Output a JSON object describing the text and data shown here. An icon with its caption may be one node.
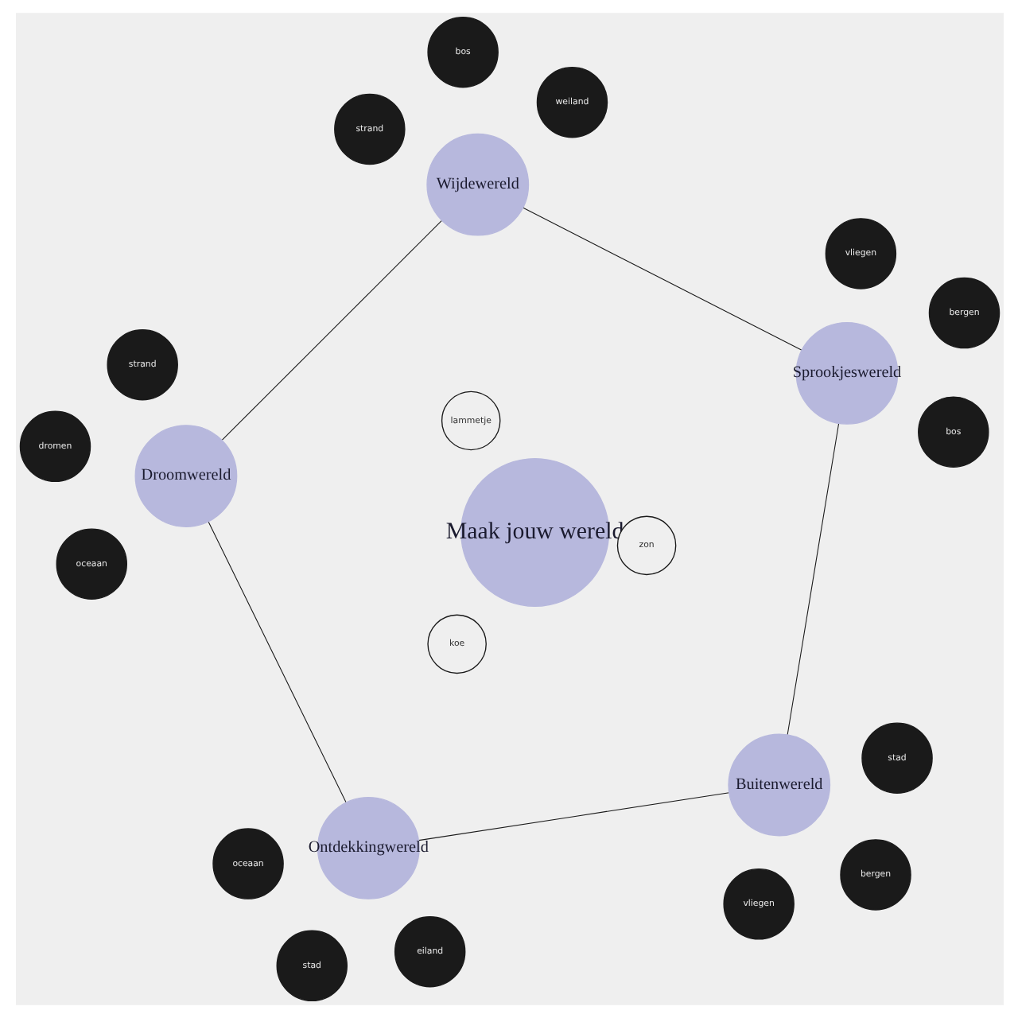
{
  "diagram": {
    "nodes": [
      {
        "text": [
          "Maak jouw wereld"
        ]
      },
      {
        "text": [
          "zon"
        ]
      },
      {
        "text": [
          "koe"
        ]
      },
      {
        "text": [
          "lammetje"
        ]
      },
      {
        "text": [
          "Buitenwereld"
        ]
      },
      {
        "text": [
          "stad"
        ]
      },
      {
        "text": [
          "vliegen"
        ]
      },
      {
        "text": [
          "bergen"
        ]
      },
      {
        "text": [
          "Ontdekkingwereld"
        ]
      },
      {
        "text": [
          "eiland"
        ]
      },
      {
        "text": [
          "stad"
        ]
      },
      {
        "text": [
          "oceaan"
        ]
      },
      {
        "text": [
          "Sprookjeswereld"
        ]
      },
      {
        "text": [
          "bergen"
        ]
      },
      {
        "text": [
          "vliegen"
        ]
      },
      {
        "text": [
          "bos"
        ]
      },
      {
        "text": [
          "Wijdewereld"
        ]
      },
      {
        "text": [
          "bos"
        ]
      },
      {
        "text": [
          "strand"
        ]
      },
      {
        "text": [
          "weiland"
        ]
      },
      {
        "text": [
          "Droomwereld"
        ]
      },
      {
        "text": [
          "oceaan"
        ]
      },
      {
        "text": [
          "dromen"
        ]
      },
      {
        "text": [
          "strand"
        ]
      }
    ],
    "edges": [
      {
        "from": 8,
        "to": 4,
        "arrow": "none"
      },
      {
        "from": 4,
        "to": 12,
        "arrow": "none"
      },
      {
        "from": 12,
        "to": 16,
        "arrow": "none"
      },
      {
        "from": 16,
        "to": 20,
        "arrow": "none"
      },
      {
        "from": 20,
        "to": 8,
        "arrow": "none"
      }
    ]
  }
}
